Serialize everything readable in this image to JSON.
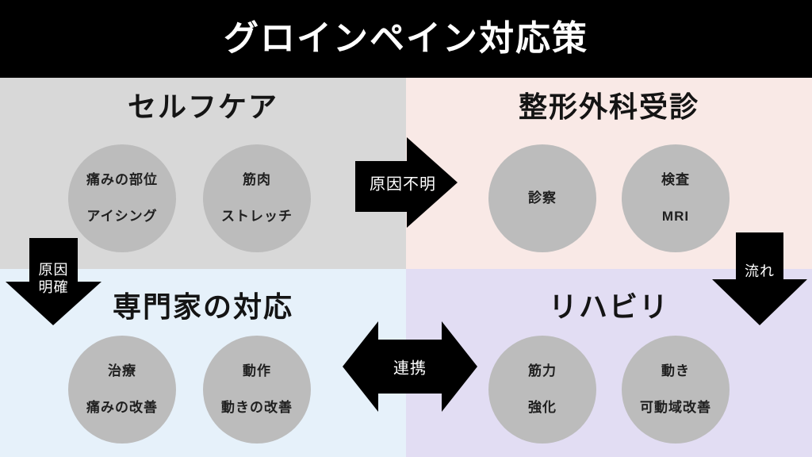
{
  "title": "グロインペイン対応策",
  "quadrants": [
    {
      "heading": "セルフケア",
      "bg": "#d8d8d8",
      "circles": [
        {
          "lines": [
            "痛みの部位",
            "アイシング"
          ]
        },
        {
          "lines": [
            "筋肉",
            "ストレッチ"
          ]
        }
      ]
    },
    {
      "heading": "整形外科受診",
      "bg": "#f9e9e6",
      "circles": [
        {
          "lines": [
            "診察"
          ]
        },
        {
          "lines": [
            "検査",
            "MRI"
          ]
        }
      ]
    },
    {
      "heading": "専門家の対応",
      "bg": "#e6f1fa",
      "circles": [
        {
          "lines": [
            "治療",
            "痛みの改善"
          ]
        },
        {
          "lines": [
            "動作",
            "動きの改善"
          ]
        }
      ]
    },
    {
      "heading": "リハビリ",
      "bg": "#e2ddf3",
      "circles": [
        {
          "lines": [
            "筋力",
            "強化"
          ]
        },
        {
          "lines": [
            "動き",
            "可動域改善"
          ]
        }
      ]
    }
  ],
  "arrows": {
    "cause_unknown": {
      "label": "原因不明",
      "direction": "right"
    },
    "cause_clear": {
      "lines": [
        "原因",
        "明確"
      ],
      "direction": "down"
    },
    "flow": {
      "label": "流れ",
      "direction": "down"
    },
    "cooperation": {
      "label": "連携",
      "direction": "left-right"
    }
  },
  "colors": {
    "header_bg": "#000000",
    "arrow_fill": "#000000",
    "arrow_label_text": "#ffffff",
    "circle_fill": "#bcbcbc",
    "heading_text": "#141414"
  }
}
